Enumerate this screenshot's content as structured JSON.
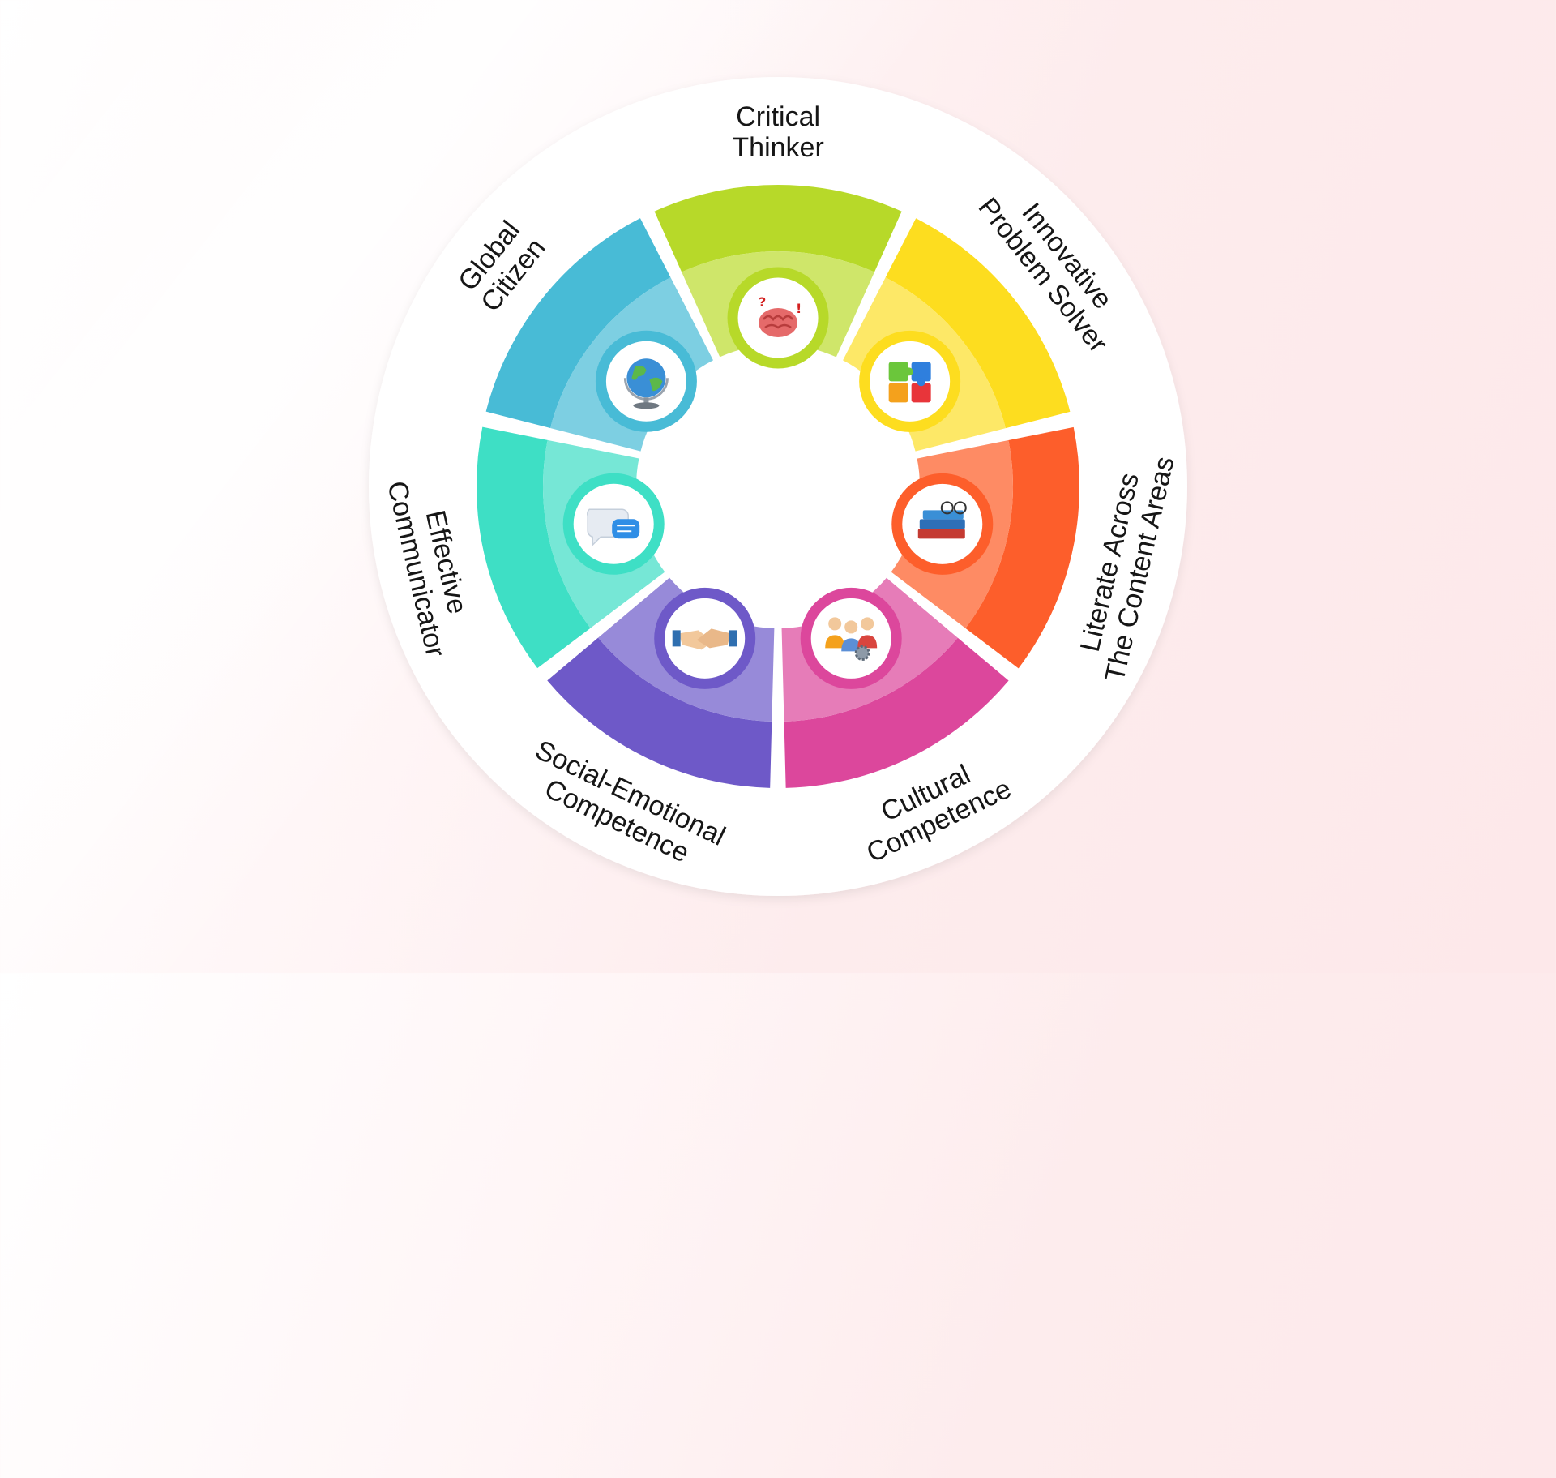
{
  "diagram": {
    "segments": [
      {
        "id": "critical",
        "lines": [
          "Critical",
          "Thinker"
        ],
        "color": "#b7d929",
        "color_light": "#cfe66a",
        "icon": "brain-icon"
      },
      {
        "id": "innovative",
        "lines": [
          "Innovative",
          "Problem Solver"
        ],
        "color": "#fddd1f",
        "color_light": "#fde867",
        "icon": "puzzle-icon"
      },
      {
        "id": "literate",
        "lines": [
          "Literate Across",
          "The Content Areas"
        ],
        "color": "#fd5e2b",
        "color_light": "#fe8b64",
        "icon": "books-icon"
      },
      {
        "id": "cultural",
        "lines": [
          "Cultural",
          "Competence"
        ],
        "color": "#dc479c",
        "color_light": "#e67cb8",
        "icon": "people-gears-icon"
      },
      {
        "id": "social",
        "lines": [
          "Social-Emotional",
          "Competence"
        ],
        "color": "#6e59c8",
        "color_light": "#978ad9",
        "icon": "handshake-icon"
      },
      {
        "id": "communicator",
        "lines": [
          "Effective",
          "Communicator"
        ],
        "color": "#3edfc5",
        "color_light": "#76e7d6",
        "icon": "chat-bubbles-icon"
      },
      {
        "id": "global",
        "lines": [
          "Global",
          "Citizen"
        ],
        "color": "#48bbd6",
        "color_light": "#7dcfe2",
        "icon": "globe-icon"
      }
    ]
  }
}
